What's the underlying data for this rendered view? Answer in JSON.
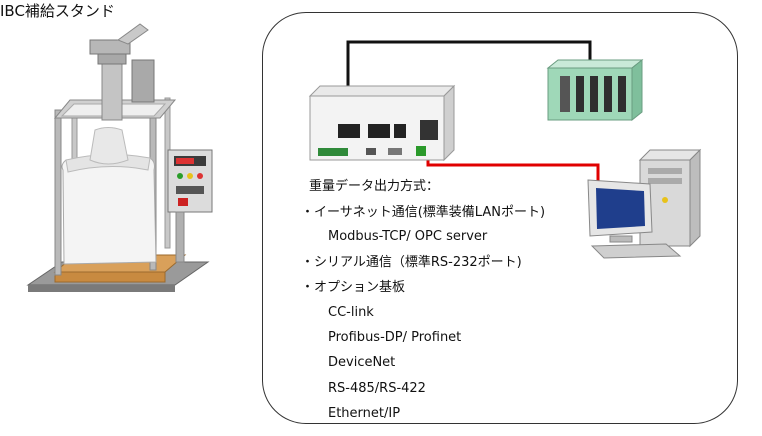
{
  "ibc_label": "IBC補給スタンド",
  "output_heading": "重量データ出力方式：",
  "ethernet": {
    "title": "・イーサネット通信(標準装備LANポート)",
    "protocols": "Modbus-TCP/ OPC server"
  },
  "serial": {
    "title": "・シリアル通信（標準RS-232ポート)"
  },
  "option": {
    "title": "・オプション基板",
    "items": [
      "CC-link",
      "Profibus-DP/ Profinet",
      "DeviceNet",
      "RS-485/RS-422",
      "Ethernet/IP"
    ]
  },
  "colors": {
    "ethernet_cable": "#111111",
    "serial_cable": "#e00000",
    "plc_green": "#9fd8b8",
    "pallet": "#d9a05a"
  }
}
